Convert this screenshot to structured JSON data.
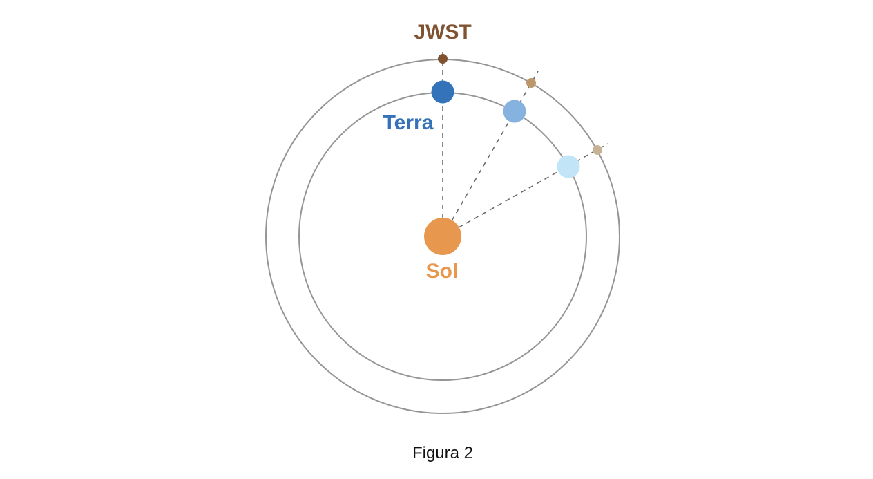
{
  "labels": {
    "jwst": "JWST",
    "earth": "Terra",
    "sun": "Sol",
    "caption": "Figura 2"
  },
  "colors": {
    "orbit": "#959595",
    "line": "#666666",
    "sun": "#E8984E",
    "earth_1": "#3472B9",
    "earth_2": "#85B2DF",
    "earth_3": "#C2E4F7",
    "jwst_1": "#7F5332",
    "jwst_2": "#BC9769",
    "jwst_3": "#C6B294",
    "text_jwst": "#7F5332",
    "text_earth": "#3472B9",
    "text_sun": "#E8984E",
    "text_caption": "#111111"
  },
  "icons": {
    "sun": "sun-icon",
    "earth": "earth-icon",
    "jwst": "jwst-icon"
  }
}
